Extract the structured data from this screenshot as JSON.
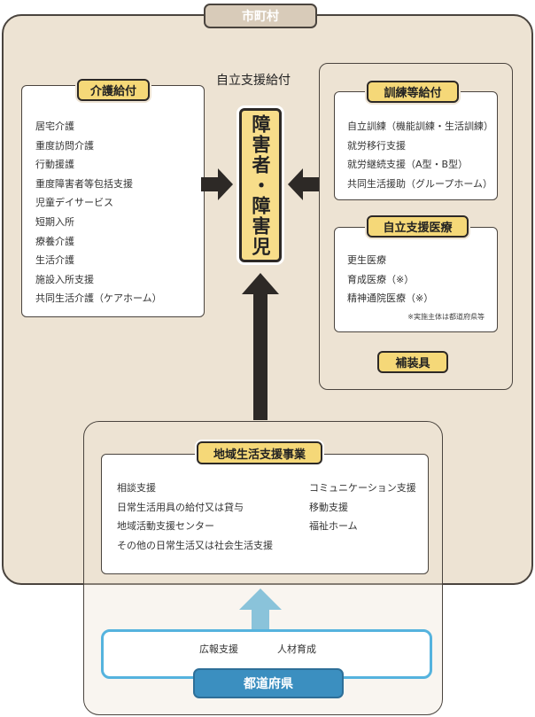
{
  "municipality": {
    "label": "市町村"
  },
  "benefits": {
    "title": "自立支援給付"
  },
  "target": {
    "label": "障害者・障害児"
  },
  "care": {
    "title": "介護給付",
    "items": [
      "居宅介護",
      "重度訪問介護",
      "行動援護",
      "重度障害者等包括支援",
      "児童デイサービス",
      "短期入所",
      "療養介護",
      "生活介護",
      "施設入所支援",
      "共同生活介護（ケアホーム）"
    ]
  },
  "training": {
    "title": "訓練等給付",
    "items": [
      "自立訓練（機能訓練・生活訓練）",
      "就労移行支援",
      "就労継続支援（A型・B型）",
      "共同生活援助（グループホーム）"
    ]
  },
  "medical": {
    "title": "自立支援医療",
    "items": [
      "更生医療",
      "育成医療（※）",
      "精神通院医療（※）"
    ],
    "note": "※実施主体は都道府県等"
  },
  "devices": {
    "title": "補装具"
  },
  "community": {
    "title": "地域生活支援事業",
    "left_items": [
      "相談支援",
      "日常生活用具の給付又は貸与",
      "地域活動支援センター",
      "その他の日常生活又は社会生活支援"
    ],
    "right_items": [
      "コミュニケーション支援",
      "移動支援",
      "福祉ホーム"
    ]
  },
  "prefecture": {
    "label": "都道府県",
    "items": [
      "広報支援",
      "人材育成"
    ]
  },
  "colors": {
    "background": "#ede3d3",
    "border": "#4a443e",
    "pill": "#f5d878",
    "arrow": "#2d2926",
    "prefecture_blue": "#3b8fc0",
    "prefecture_arrow": "#55b3de"
  }
}
